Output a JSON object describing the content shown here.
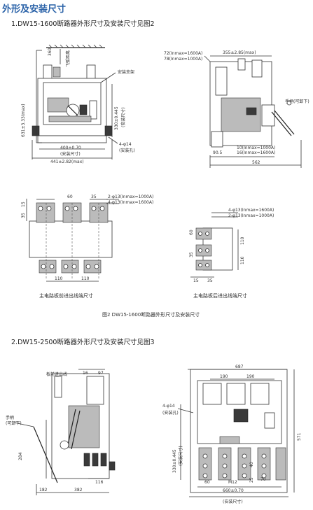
{
  "page_title": "外形及安装尺寸",
  "section1": {
    "heading": "1.DW15-1600断路器外形尺寸及安装尺寸见图2",
    "fig_a": {
      "dim_top": "360",
      "dim_top_label": "飞弧距离",
      "dim_height": "631±3.33(max)",
      "label_bracket": "安装支架",
      "dim_mount_h": "330±0.445",
      "dim_mount_h_sub": "(安装尺寸)",
      "dim_hole": "4-φ14",
      "dim_hole_sub": "(安装孔)",
      "dim_mount_w": "400±0.70",
      "dim_mount_w_sub": "(安装尺寸)",
      "dim_width": "441±2.82(max)"
    },
    "fig_b": {
      "note1": "72(Inmax=1600A)",
      "note2": "78(Inmax=1000A)",
      "dim_depth": "355±2.85(max)",
      "label_handle": "手柄(可卸下)",
      "note3": "10(Inmax=1000A)",
      "note4": "16(Inmax=1600A)",
      "dim_offset": "90.5",
      "dim_total": "562"
    },
    "fig_c": {
      "dim_15": "15",
      "dim_60": "60",
      "dim_35": "35",
      "note1": "2-φ13(Inmax=1000A)",
      "note2": "4-φ13(Inmax=1600A)",
      "dim_110a": "110",
      "dim_110b": "110",
      "caption": "主电路板前进出线端尺寸"
    },
    "fig_d": {
      "note1": "4-φ13(Inmax=1600A)",
      "note2": "2-φ13(Inmax=1000A)",
      "dim_60": "60",
      "dim_35": "35",
      "dim_110a": "110",
      "dim_110b": "110",
      "dim_15": "15",
      "caption": "主电路板后进出线端尺寸"
    },
    "figure_caption": "图2 DW15-1600断路器外形尺寸及安装尺寸"
  },
  "section2": {
    "heading": "2.DW15-2500断路器外形尺寸及安装尺寸见图3",
    "fig_e": {
      "label_front": "板前进出线",
      "dim_16": "16",
      "dim_97": "97",
      "label_handle": "手柄",
      "label_handle_sub": "(可卸下)",
      "dim_284": "284",
      "dim_116": "116",
      "dim_182": "182",
      "dim_382": "382"
    },
    "fig_f": {
      "dim_687": "687",
      "dim_190a": "190",
      "dim_190b": "190",
      "dim_hole": "4-φ14",
      "dim_hole_sub": "(安装孔)",
      "dim_571": "571",
      "dim_mount_h": "330±0.445",
      "dim_mount_h_sub": "(安装尺寸)",
      "dim_40": "40",
      "dim_25": "25",
      "dim_70": "70",
      "dim_60": "60",
      "label_m12": "M12",
      "dim_mount_w": "660±0.70",
      "dim_mount_w_sub": "(安装尺寸)"
    }
  }
}
